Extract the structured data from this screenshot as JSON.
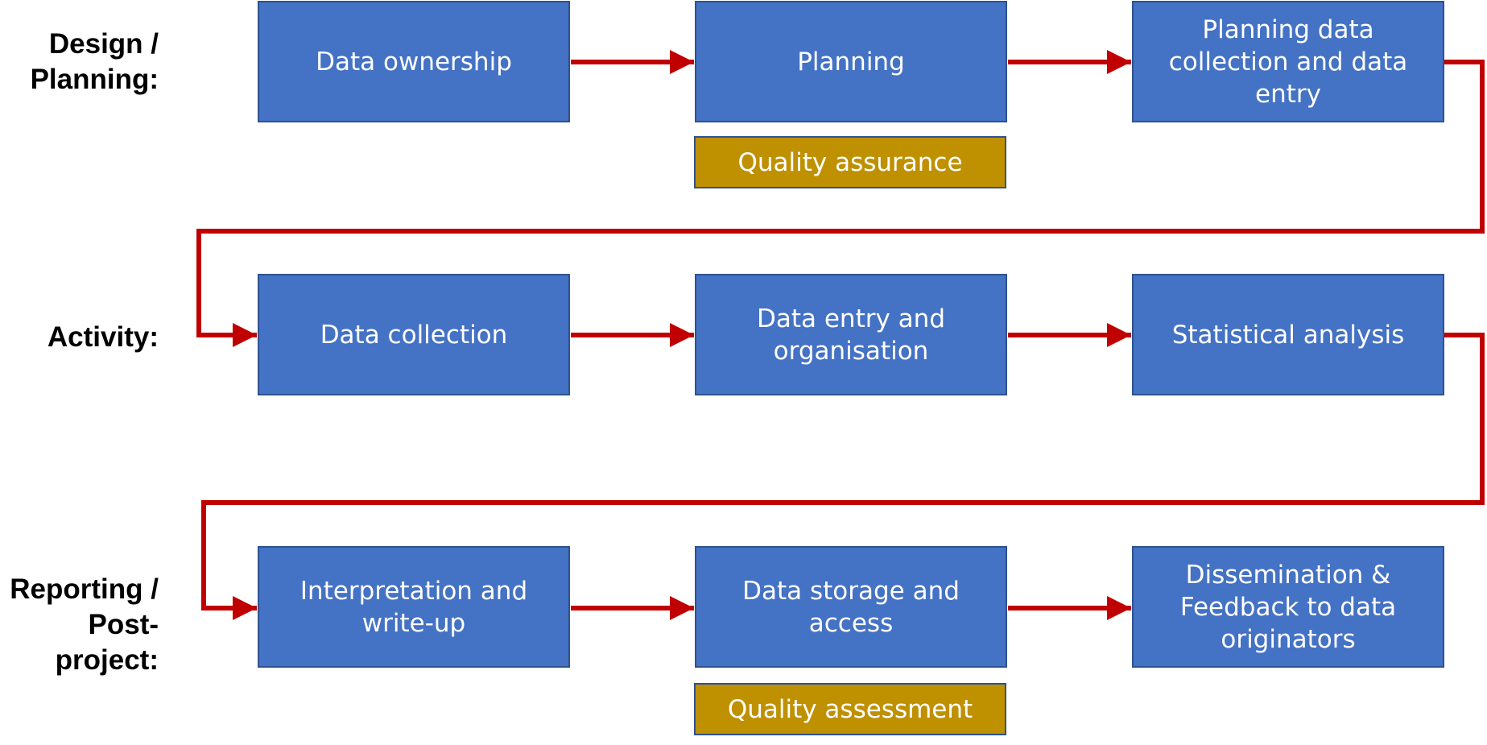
{
  "diagram": {
    "type": "flowchart",
    "colors": {
      "step_fill": "#4472c4",
      "step_border": "#2f528f",
      "quality_fill": "#bf9000",
      "arrow": "#c00000",
      "label_text": "#000000",
      "box_text": "#ffffff"
    },
    "rows": [
      {
        "label_lines": [
          "Design /",
          "Planning:"
        ],
        "steps": [
          "Data ownership",
          "Planning",
          "Planning data collection and data entry"
        ],
        "quality": "Quality assurance"
      },
      {
        "label_lines": [
          "Activity:"
        ],
        "steps": [
          "Data collection",
          "Data entry and organisation",
          "Statistical analysis"
        ]
      },
      {
        "label_lines": [
          "Reporting /",
          "Post-",
          "project:"
        ],
        "steps": [
          "Interpretation and write-up",
          "Data storage and access",
          "Dissemination & Feedback to data originators"
        ],
        "quality": "Quality assessment"
      }
    ]
  }
}
